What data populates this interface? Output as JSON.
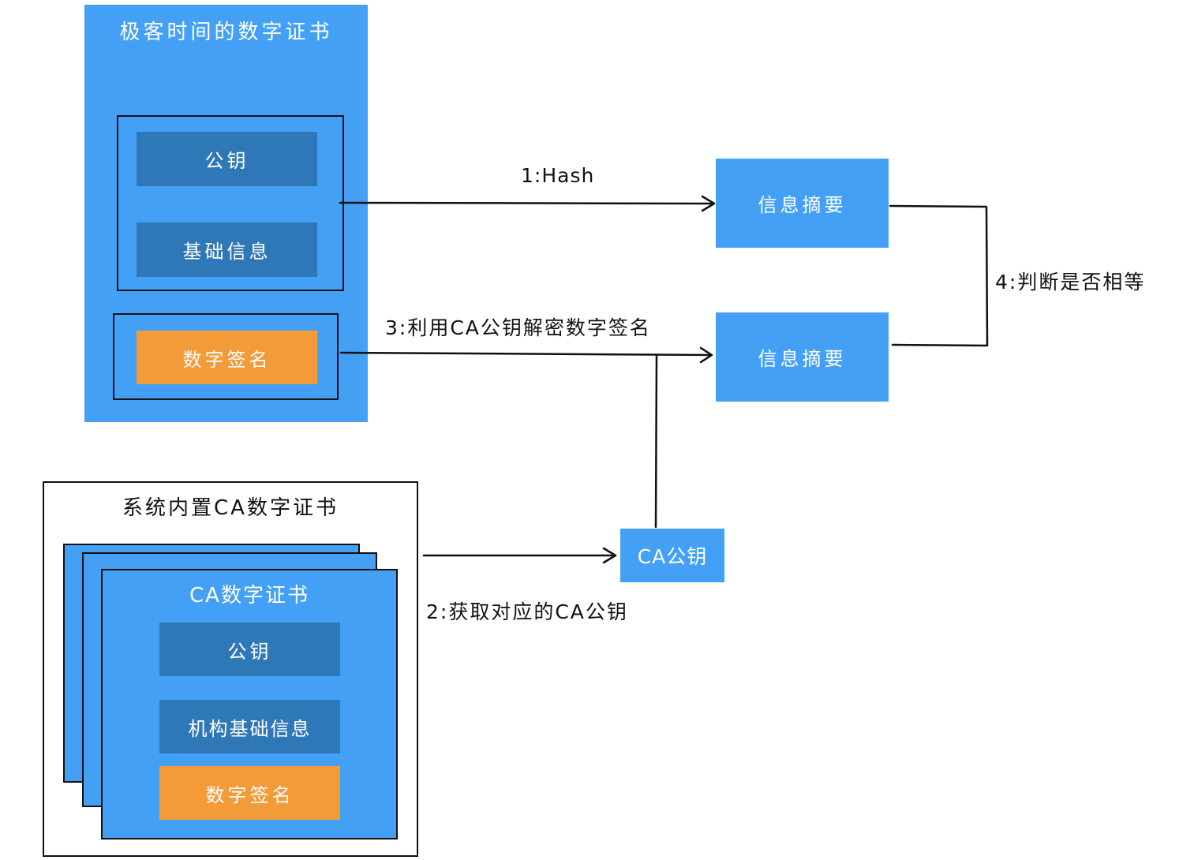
{
  "server_cert": {
    "title": "极客时间的数字证书",
    "public_key": "公钥",
    "basic_info": "基础信息",
    "signature": "数字签名"
  },
  "digest_top": "信息摘要",
  "digest_bottom": "信息摘要",
  "ca_public_key": "CA公钥",
  "system_store": {
    "title": "系统内置CA数字证书",
    "card_title": "CA数字证书",
    "public_key": "公钥",
    "org_info": "机构基础信息",
    "signature": "数字签名"
  },
  "edges": {
    "hash": "1:Hash",
    "fetch_ca_key": "2:获取对应的CA公钥",
    "decrypt": "3:利用CA公钥解密数字签名",
    "compare": "4:判断是否相等"
  },
  "colors": {
    "blue": "#44a0f5",
    "dark_blue": "#2f78b7",
    "orange": "#f29b38",
    "line": "#111111"
  }
}
